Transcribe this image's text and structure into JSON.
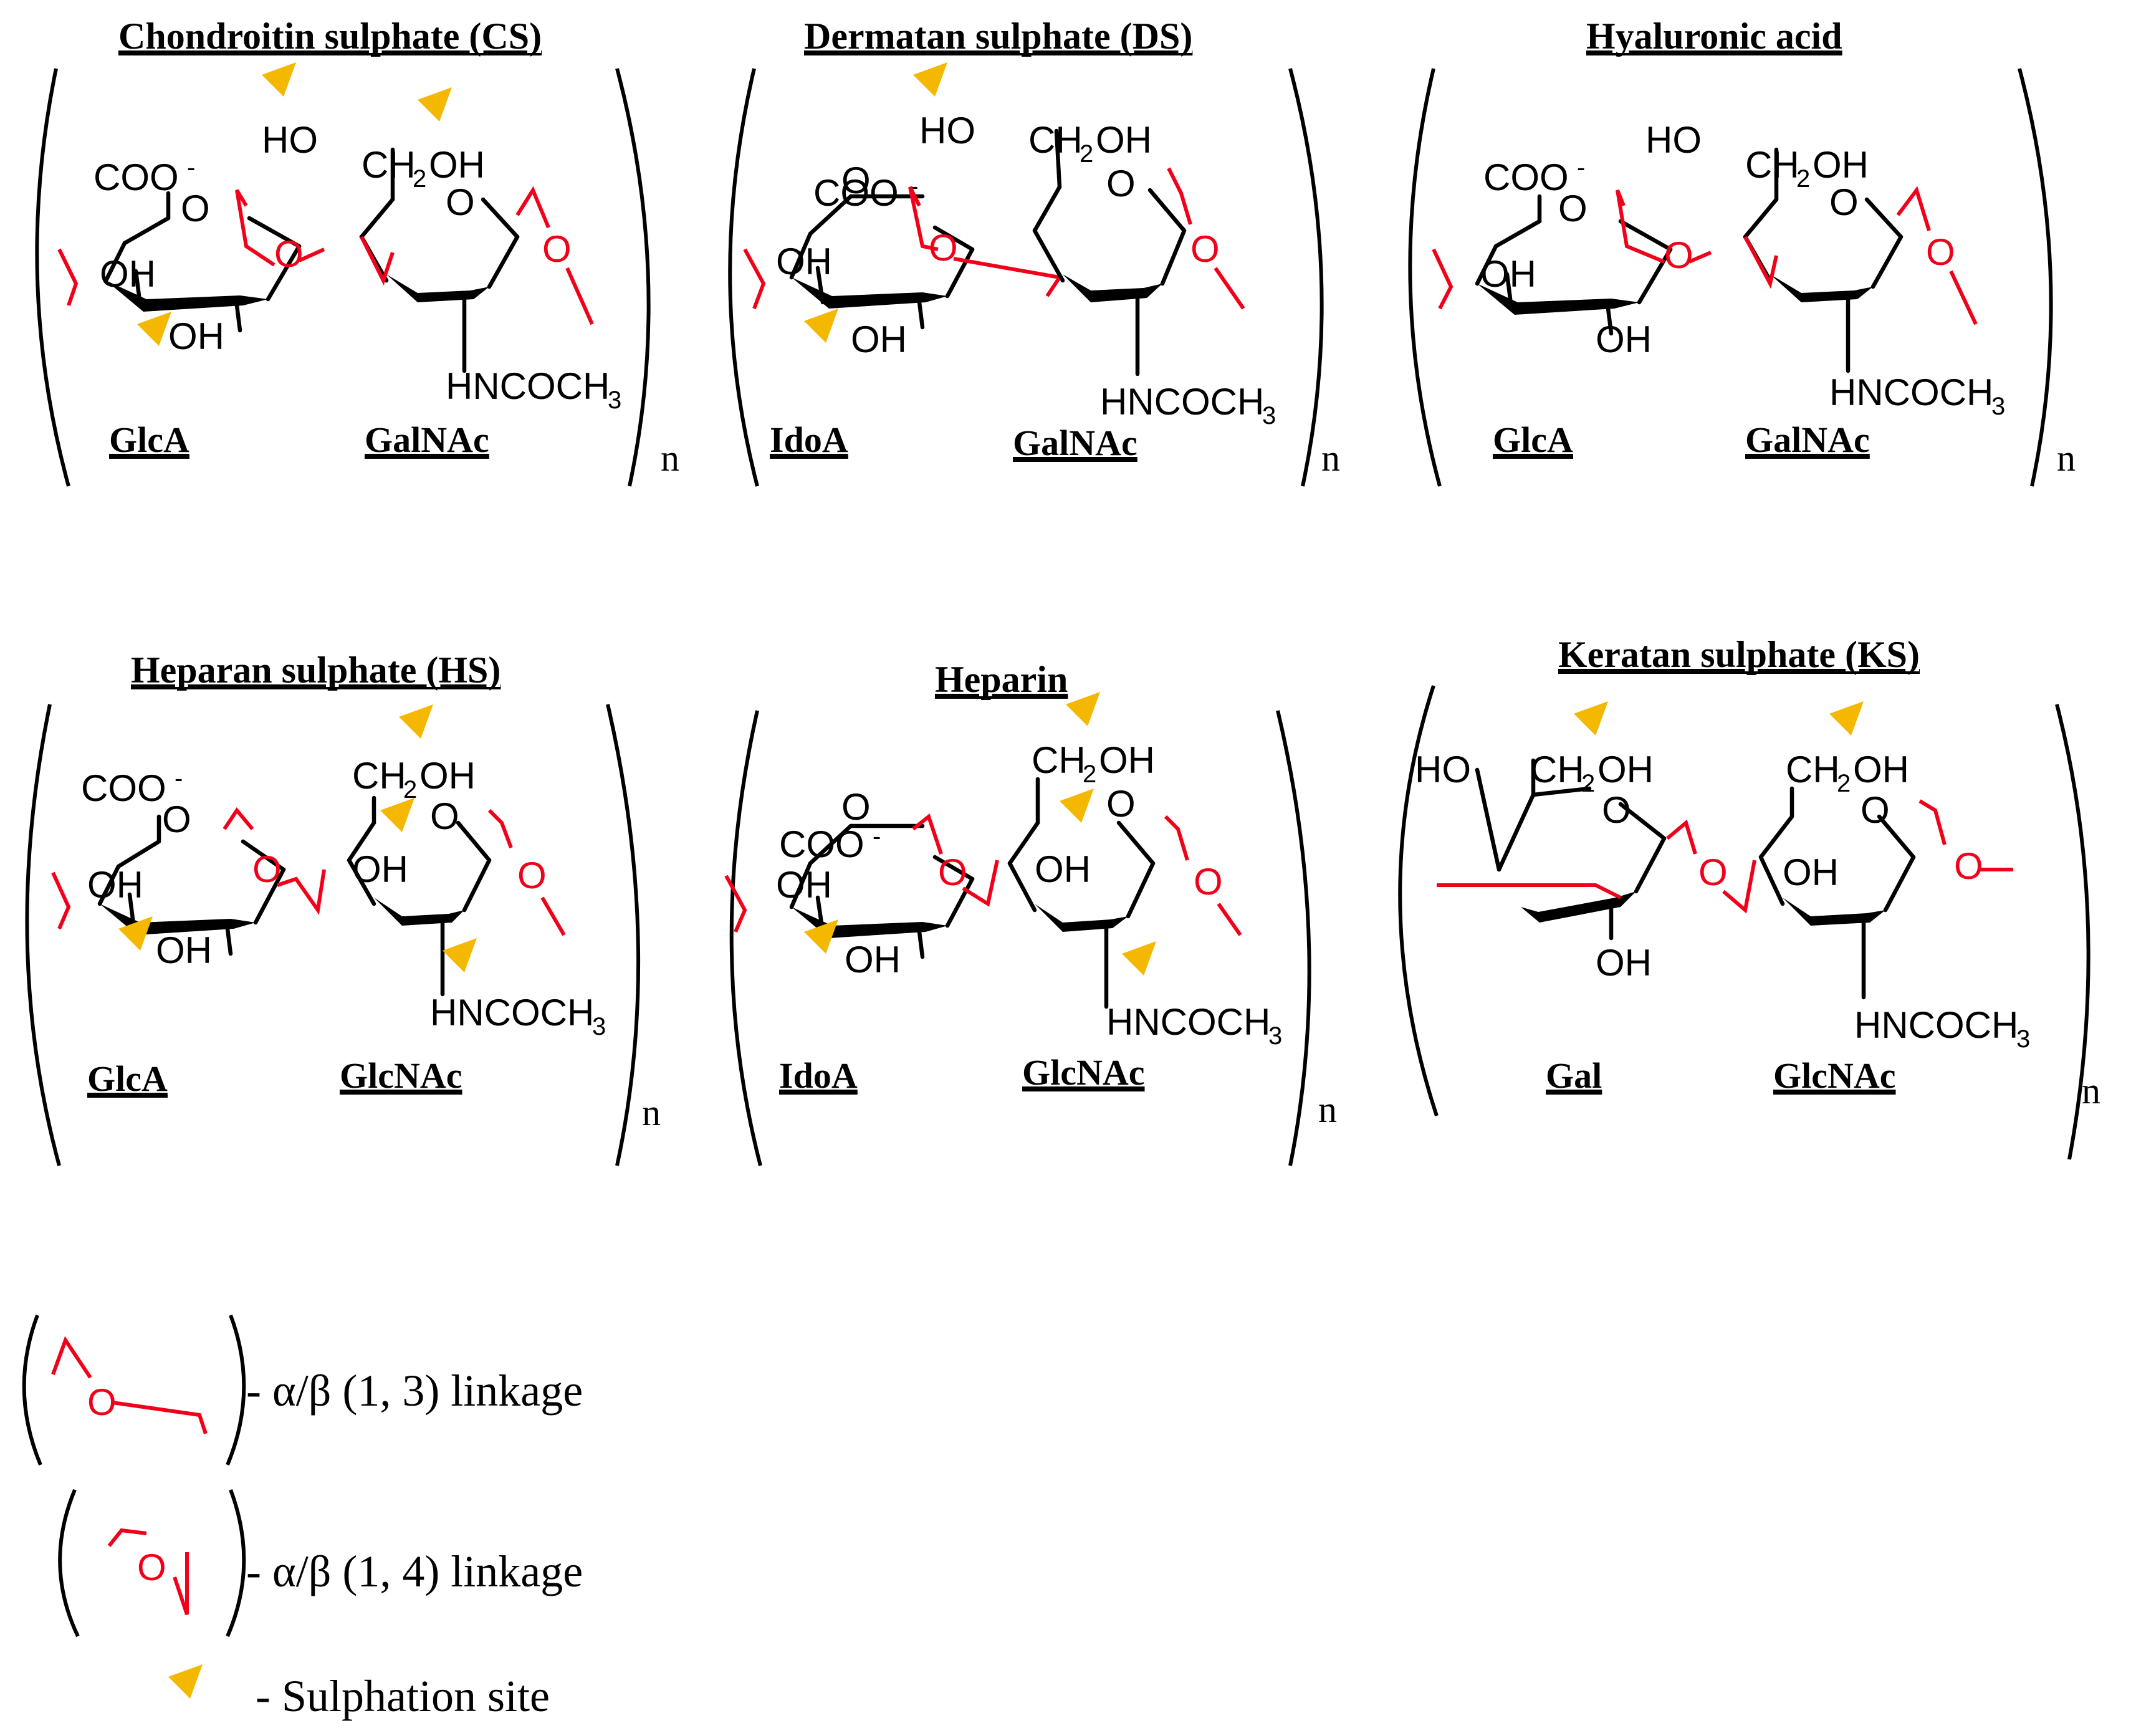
{
  "structures": [
    {
      "title": "Chondroitin sulphate (CS)",
      "units": [
        "GlcA",
        "GalNAc"
      ],
      "repeat": "n"
    },
    {
      "title": "Dermatan sulphate (DS)",
      "units": [
        "IdoA",
        "GalNAc"
      ],
      "repeat": "n"
    },
    {
      "title": "Hyaluronic acid",
      "units": [
        "GlcA",
        "GalNAc"
      ],
      "repeat": "n"
    },
    {
      "title": "Heparan sulphate (HS)",
      "units": [
        "GlcA",
        "GlcNAc"
      ],
      "repeat": "n"
    },
    {
      "title": "Heparin",
      "units": [
        "IdoA",
        "GlcNAc"
      ],
      "repeat": "n"
    },
    {
      "title": "Keratan sulphate (KS)",
      "units": [
        "Gal",
        "GlcNAc"
      ],
      "repeat": "n"
    }
  ],
  "atoms": {
    "carboxylate": "COO",
    "charge": "-",
    "oxygen": "O",
    "hydroxyl": "OH",
    "hydroxyl_left": "HO",
    "ch2oh_a": "CH",
    "ch2oh_sub": "2",
    "ch2oh_b": "OH",
    "acetamido_a": "HNCOCH",
    "acetamido_sub": "3"
  },
  "legend": {
    "link13": "- α/β (1, 3) linkage",
    "link14": "- α/β (1, 4) linkage",
    "sulph": "- Sulphation site"
  },
  "colors": {
    "linkage": "#f2001a",
    "sulphation": "#f5b800",
    "bonds": "#000000"
  }
}
